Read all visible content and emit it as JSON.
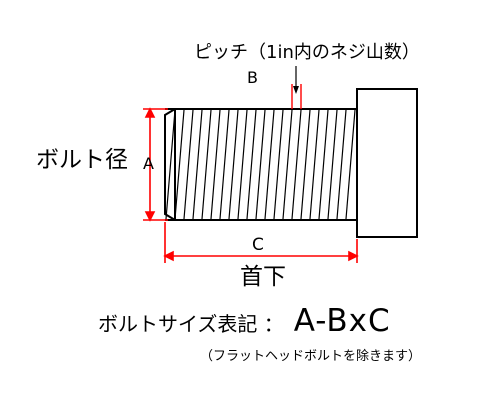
{
  "diagram": {
    "pitch_label": "ピッチ（1in内のネジ山数）",
    "label_b": "B",
    "diameter_label": "ボルト径",
    "label_a": "A",
    "label_c": "C",
    "under_head_label": "首下",
    "notation_label": "ボルトサイズ表記 ：",
    "notation_value": "A-BxC",
    "exclusion_note": "（フラットヘッドボルトを除きます）"
  },
  "colors": {
    "outline": "#000000",
    "dimension": "#ff0000"
  }
}
